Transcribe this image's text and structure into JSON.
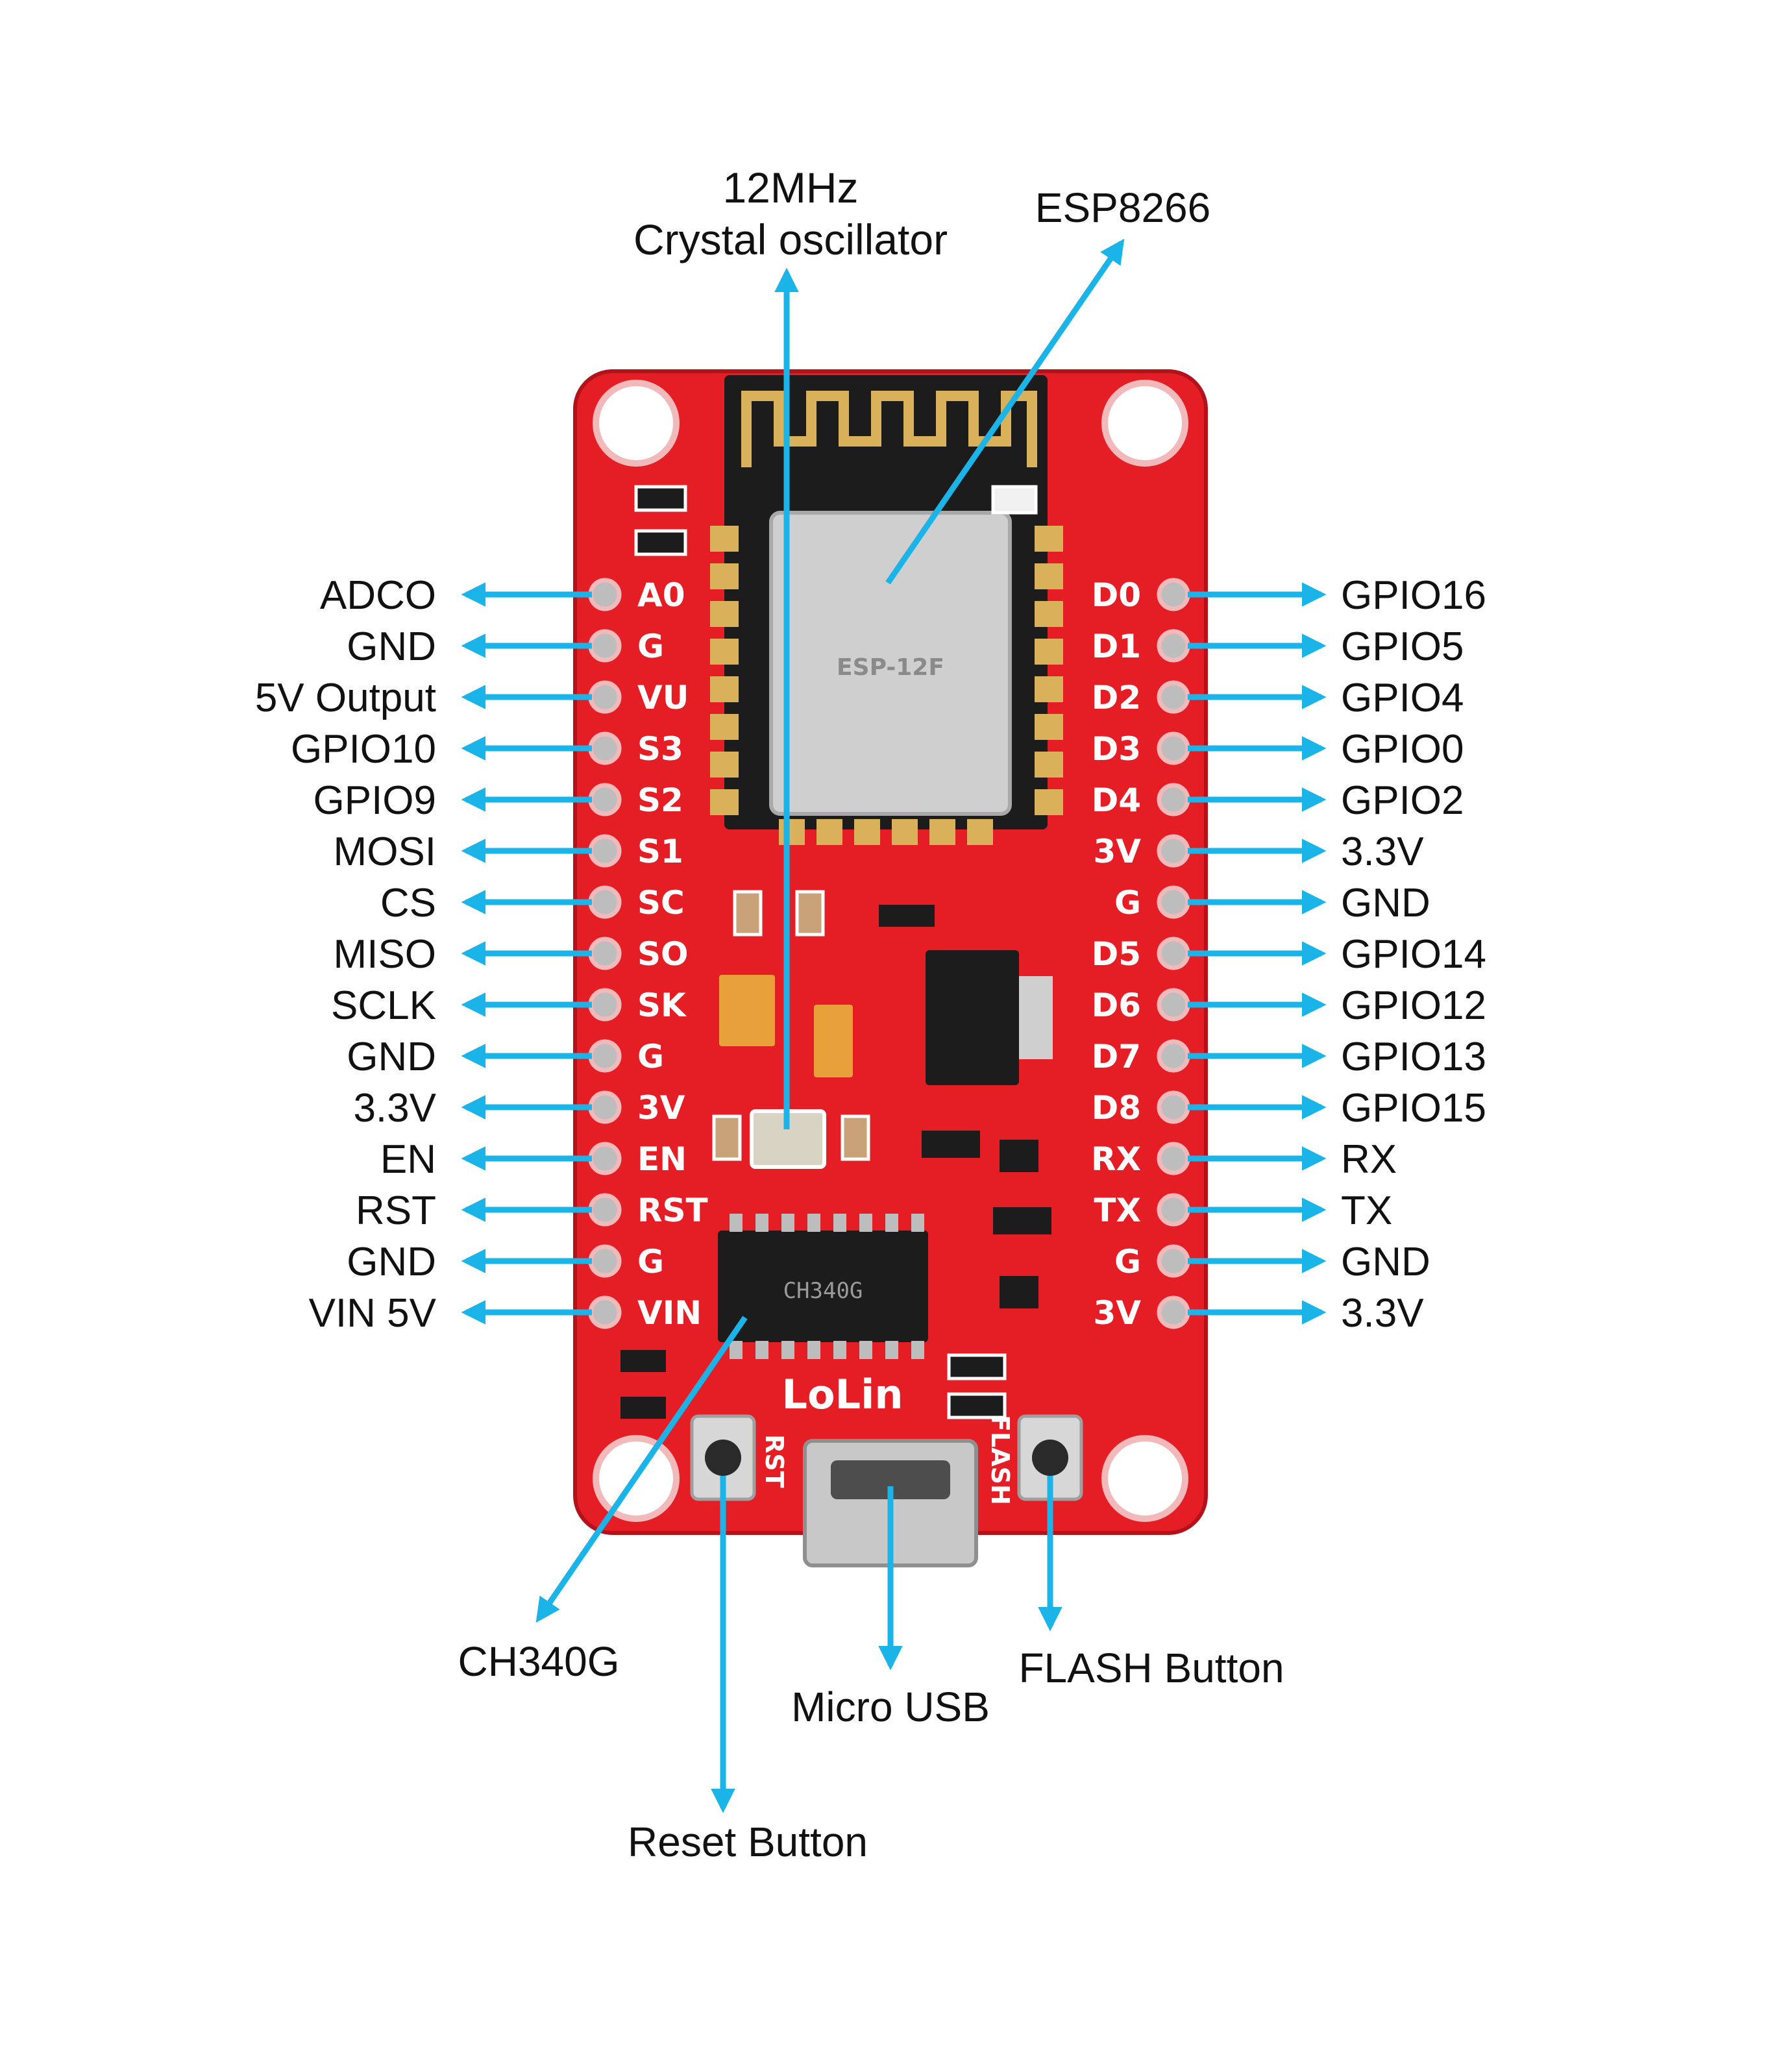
{
  "colors": {
    "board": "#e51e25",
    "board_edge": "#b3121a",
    "arrow": "#1ab4e8",
    "silk": "#ffffff",
    "chip": "#1c1c1c",
    "shield": "#cfcfcf",
    "gold": "#d8b15a"
  },
  "top_labels": {
    "crystal_line1": "12MHz",
    "crystal_line2": "Crystal oscillator",
    "esp": "ESP8266"
  },
  "bottom_labels": {
    "ch340": "CH340G",
    "micro_usb": "Micro  USB",
    "flash_button": "FLASH Button",
    "reset_button": "Reset Button"
  },
  "board_silk": {
    "brand": "LoLin",
    "rst": "RST",
    "flash": "FLASH",
    "chip_text": "CH340G",
    "module_text": "ESP-12F"
  },
  "left_pins": [
    {
      "pin": "A0",
      "label": "ADCO"
    },
    {
      "pin": "G",
      "label": "GND"
    },
    {
      "pin": "VU",
      "label": "5V Output"
    },
    {
      "pin": "S3",
      "label": "GPIO10"
    },
    {
      "pin": "S2",
      "label": "GPIO9"
    },
    {
      "pin": "S1",
      "label": "MOSI"
    },
    {
      "pin": "SC",
      "label": "CS"
    },
    {
      "pin": "SO",
      "label": "MISO"
    },
    {
      "pin": "SK",
      "label": "SCLK"
    },
    {
      "pin": "G",
      "label": "GND"
    },
    {
      "pin": "3V",
      "label": "3.3V"
    },
    {
      "pin": "EN",
      "label": "EN"
    },
    {
      "pin": "RST",
      "label": "RST"
    },
    {
      "pin": "G",
      "label": "GND"
    },
    {
      "pin": "VIN",
      "label": "VIN 5V"
    }
  ],
  "right_pins": [
    {
      "pin": "D0",
      "label": "GPIO16"
    },
    {
      "pin": "D1",
      "label": "GPIO5"
    },
    {
      "pin": "D2",
      "label": "GPIO4"
    },
    {
      "pin": "D3",
      "label": "GPIO0"
    },
    {
      "pin": "D4",
      "label": "GPIO2"
    },
    {
      "pin": "3V",
      "label": "3.3V"
    },
    {
      "pin": "G",
      "label": "GND"
    },
    {
      "pin": "D5",
      "label": "GPIO14"
    },
    {
      "pin": "D6",
      "label": "GPIO12"
    },
    {
      "pin": "D7",
      "label": "GPIO13"
    },
    {
      "pin": "D8",
      "label": "GPIO15"
    },
    {
      "pin": "RX",
      "label": "RX"
    },
    {
      "pin": "TX",
      "label": "TX"
    },
    {
      "pin": "G",
      "label": "GND"
    },
    {
      "pin": "3V",
      "label": "3.3V"
    }
  ]
}
